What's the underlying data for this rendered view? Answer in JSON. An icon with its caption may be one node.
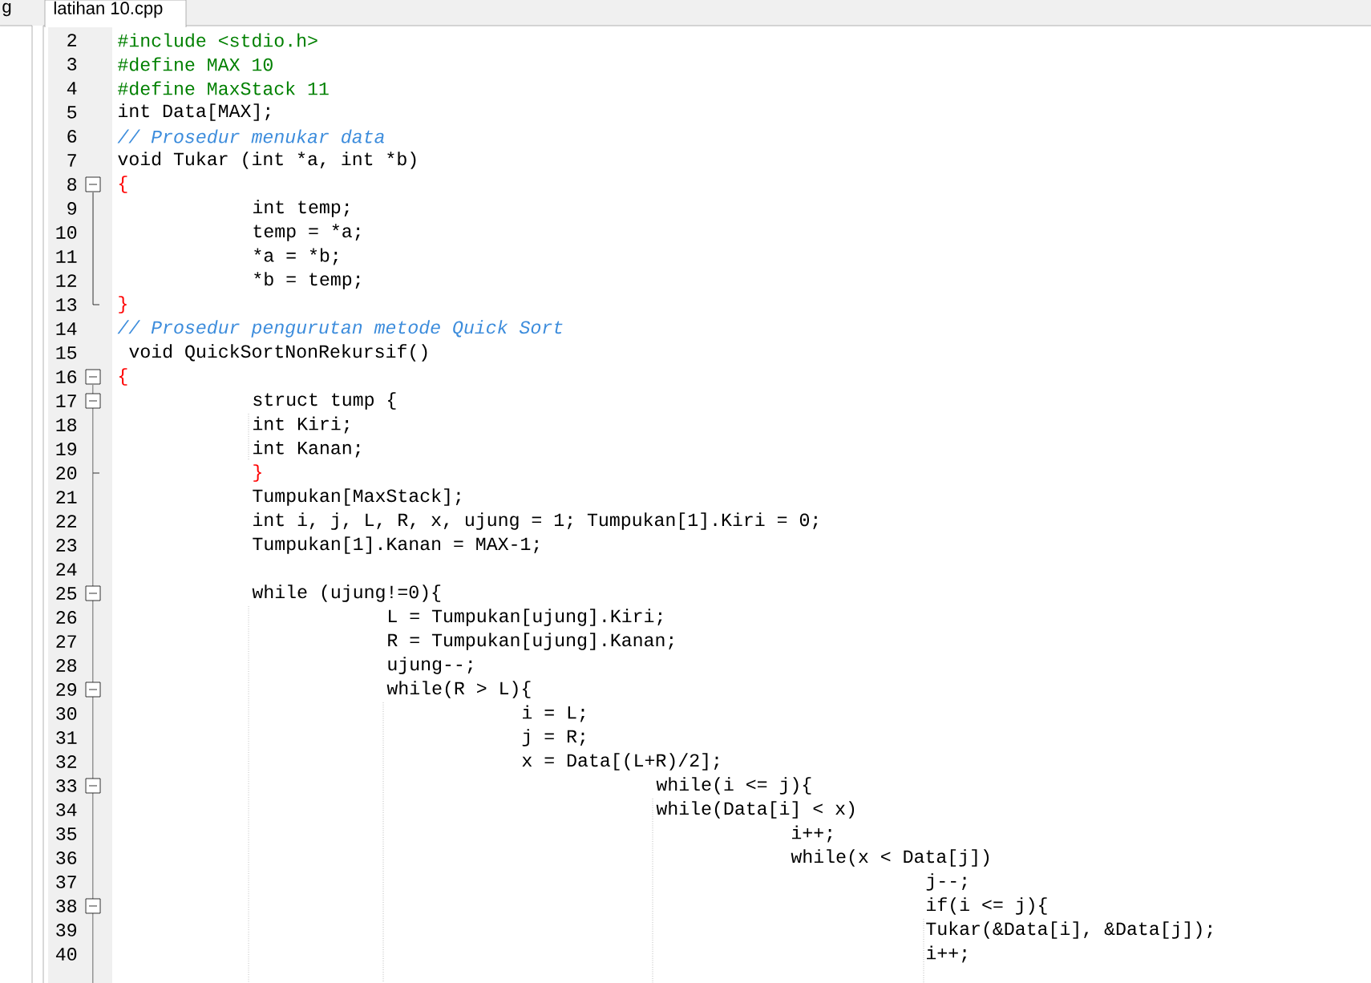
{
  "diagram": {
    "labels": [
      "g",
      "latihan 10.cpp",
      "2",
      "#include <stdio.h>",
      "3",
      "#define MAX 10",
      "4",
      "#define MaxStack 11",
      "5",
      "int Data[MAX];",
      "6",
      "// Prosedur menukar data",
      "7",
      "void Tukar (int *a, int *b)",
      "8",
      "{",
      "9",
      "int temp;",
      "10",
      "temp = *a;",
      "11",
      "*a = *b;",
      "12",
      "*b = temp;",
      "13",
      "}",
      "14",
      "// Prosedur pengurutan metode Quick Sort",
      "15",
      "void QuickSortNonRekursif()",
      "16",
      "{",
      "17",
      "struct tump {",
      "18",
      "int Kiri;",
      "19",
      "int Kanan;",
      "20",
      "}",
      "21",
      "Tumpukan[MaxStack];",
      "22",
      "int i, j, L, R, x, ujung = 1; Tumpukan[1].Kiri = 0;",
      "23",
      "Tumpukan[1].Kanan = MAX-1;",
      "24",
      "25",
      "while (ujung!=0){",
      "26",
      "L = Tumpukan[ujung].Kiri;",
      "27",
      "R = Tumpukan[ujung].Kanan;",
      "28",
      "ujung--;",
      "29",
      "while(R > L){",
      "30",
      "i = L;",
      "31",
      "j = R;",
      "32",
      "x = Data[(L+R)/2];",
      "33",
      "while(i <= j){",
      "34",
      "while(Data[i] < x)",
      "35",
      "i++;",
      "36",
      "while(x < Data[j])",
      "37",
      "j--;",
      "38",
      "if(i <= j){",
      "39",
      "Tukar(&Data[i], &Data[j]);",
      "40",
      "i++;"
    ]
  }
}
